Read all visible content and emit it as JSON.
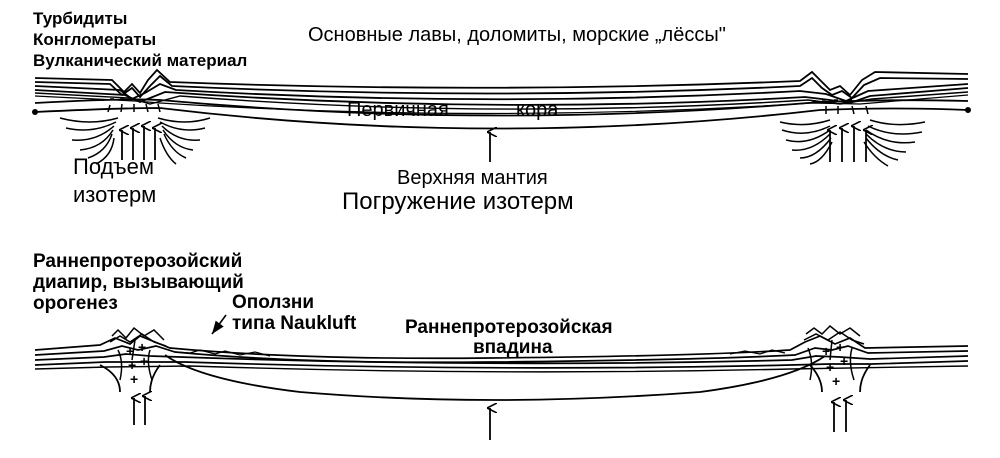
{
  "upper_panel": {
    "left_labels": {
      "line1": "Турбидиты",
      "line2": "Конгломераты",
      "line3": "Вулканический материал"
    },
    "top_label": "Основные лавы, доломиты, морские „лёссы\"",
    "crust_word1": "Первичная",
    "crust_word2": "кора",
    "rise_label_line1": "Подъем",
    "rise_label_line2": "изотерм",
    "mantle_label": "Верхняя мантия",
    "sink_label": "Погружение изотерм"
  },
  "lower_panel": {
    "diapir_label_line1": "Раннепротерозойский",
    "diapir_label_line2": "диапир, вызывающий",
    "diapir_label_line3": "орогенез",
    "slide_label_line1": "Оползни",
    "slide_label_line2": "типа Naukluft",
    "basin_label_line1": "Раннепротерозойская",
    "basin_label_line2": "впадина"
  }
}
